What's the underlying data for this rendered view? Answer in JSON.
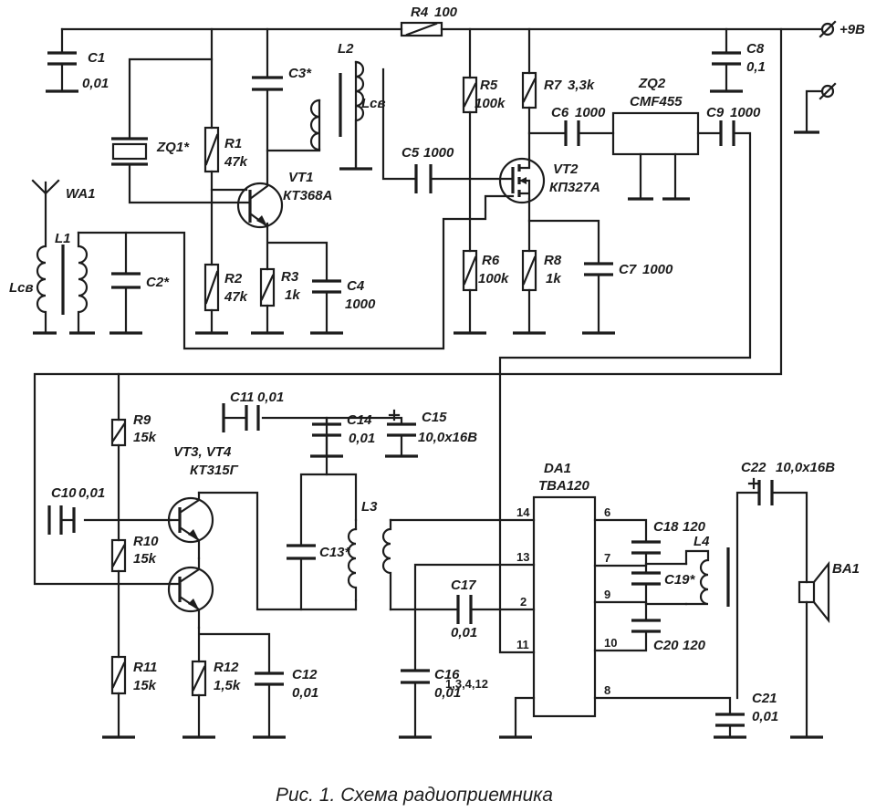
{
  "caption": "Рис. 1. Схема радиоприемника",
  "power": {
    "supply": "+9В"
  },
  "components": {
    "R1": {
      "ref": "R1",
      "value": "47k"
    },
    "R2": {
      "ref": "R2",
      "value": "47k"
    },
    "R3": {
      "ref": "R3",
      "value": "1k"
    },
    "R4": {
      "ref": "R4",
      "value": "100"
    },
    "R5": {
      "ref": "R5",
      "value": "100k"
    },
    "R6": {
      "ref": "R6",
      "value": "100k"
    },
    "R7": {
      "ref": "R7",
      "value": "3,3k"
    },
    "R8": {
      "ref": "R8",
      "value": "1k"
    },
    "R9": {
      "ref": "R9",
      "value": "15k"
    },
    "R10": {
      "ref": "R10",
      "value": "15k"
    },
    "R11": {
      "ref": "R11",
      "value": "15k"
    },
    "R12": {
      "ref": "R12",
      "value": "1,5k"
    },
    "C1": {
      "ref": "C1",
      "value": "0,01"
    },
    "C2": {
      "ref": "C2*",
      "value": ""
    },
    "C3": {
      "ref": "C3*",
      "value": ""
    },
    "C4": {
      "ref": "C4",
      "value": "1000"
    },
    "C5": {
      "ref": "C5",
      "value": "1000"
    },
    "C6": {
      "ref": "C6",
      "value": "1000"
    },
    "C7": {
      "ref": "C7",
      "value": "1000"
    },
    "C8": {
      "ref": "C8",
      "value": "0,1"
    },
    "C9": {
      "ref": "C9",
      "value": "1000"
    },
    "C10": {
      "ref": "C10",
      "value": "0,01"
    },
    "C11": {
      "ref": "C11",
      "value": "0,01"
    },
    "C12": {
      "ref": "C12",
      "value": "0,01"
    },
    "C13": {
      "ref": "C13*",
      "value": ""
    },
    "C14": {
      "ref": "C14",
      "value": "0,01"
    },
    "C15": {
      "ref": "C15",
      "value": "10,0x16B"
    },
    "C16": {
      "ref": "C16",
      "value": "0,01"
    },
    "C17": {
      "ref": "C17",
      "value": "0,01"
    },
    "C18": {
      "ref": "C18",
      "value": "120"
    },
    "C19": {
      "ref": "C19*",
      "value": ""
    },
    "C20": {
      "ref": "C20",
      "value": "120"
    },
    "C21": {
      "ref": "C21",
      "value": "0,01"
    },
    "C22": {
      "ref": "C22",
      "value": "10,0x16B"
    },
    "L1": {
      "ref": "L1",
      "value": "Lсв"
    },
    "L2": {
      "ref": "L2",
      "value": "Lсв"
    },
    "L3": {
      "ref": "L3",
      "value": ""
    },
    "L4": {
      "ref": "L4",
      "value": ""
    },
    "VT1": {
      "ref": "VT1",
      "value": "КТ368А"
    },
    "VT2": {
      "ref": "VT2",
      "value": "КП327А"
    },
    "VT34": {
      "ref": "VT3, VT4",
      "value": "КТ315Г"
    },
    "ZQ1": {
      "ref": "ZQ1*",
      "value": ""
    },
    "ZQ2": {
      "ref": "ZQ2",
      "value": "CMF455"
    },
    "WA1": {
      "ref": "WA1",
      "value": ""
    },
    "BA1": {
      "ref": "BA1",
      "value": ""
    },
    "DA1": {
      "ref": "DA1",
      "value": "TBA120"
    }
  },
  "da1_pins": {
    "p14": "14",
    "p13": "13",
    "p2": "2",
    "p11": "11",
    "p6": "6",
    "p7": "7",
    "p9": "9",
    "p10": "10",
    "p8": "8",
    "gnd": "1,3,4,12"
  }
}
